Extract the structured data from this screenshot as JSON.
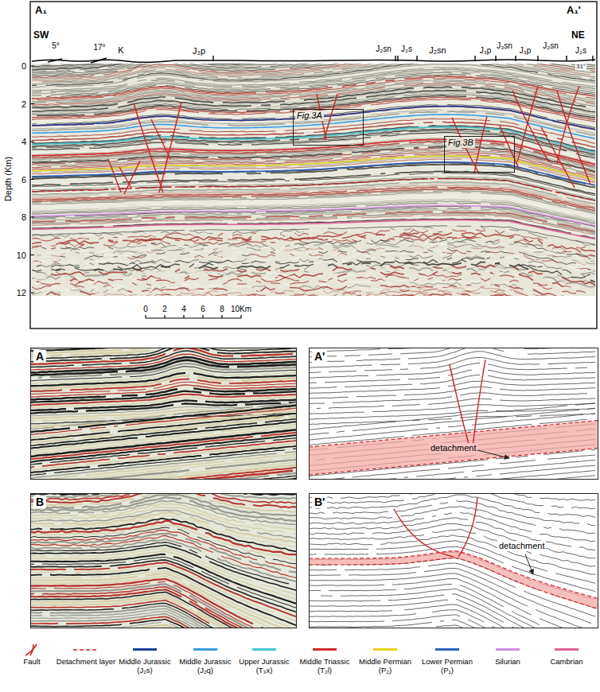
{
  "diagram": {
    "nodes": [
      {
        "text": [
          "Fig.3A"
        ]
      },
      {
        "text": [
          "Fig.3B"
        ]
      },
      {
        "text": [
          "A"
        ]
      },
      {
        "text": [
          "A'",
          "detachment"
        ]
      },
      {
        "text": [
          "B"
        ]
      },
      {
        "text": [
          "B'",
          "detachment"
        ]
      }
    ],
    "labels": [
      "A₁",
      "A₁'",
      "SW",
      "NE",
      "5°",
      "17°",
      "K",
      "J₃p",
      "J₂sn",
      "J₂s",
      "J₂sn",
      "J₃p",
      "J₃sn",
      "J₃p",
      "J₂sn",
      "J₂s",
      "31°",
      "0",
      "2",
      "4",
      "6",
      "8",
      "10",
      "12",
      "Depth (Km)",
      "0",
      "2",
      "4",
      "6",
      "8",
      "10Km"
    ],
    "legend": [
      {
        "text": "Fault"
      },
      {
        "text": "Detachment layer"
      },
      {
        "text": "Middle Jurassic (J₂s)",
        "color": "#1f3f99"
      },
      {
        "text": "Middle Jurassic (J₂q)",
        "color": "#3b9de0"
      },
      {
        "text": "Upper Jurassic (T₃x)",
        "color": "#45c6d2"
      },
      {
        "text": "Middle Triassic (T₂l)",
        "color": "#d2282d"
      },
      {
        "text": "Middle Permian (P₂)",
        "color": "#e8d21e"
      },
      {
        "text": "Lower Permian (P₁)",
        "color": "#2d62c0"
      },
      {
        "text": "Silurian",
        "color": "#d08fe0"
      },
      {
        "text": "Cambrian",
        "color": "#e0609a"
      }
    ]
  }
}
